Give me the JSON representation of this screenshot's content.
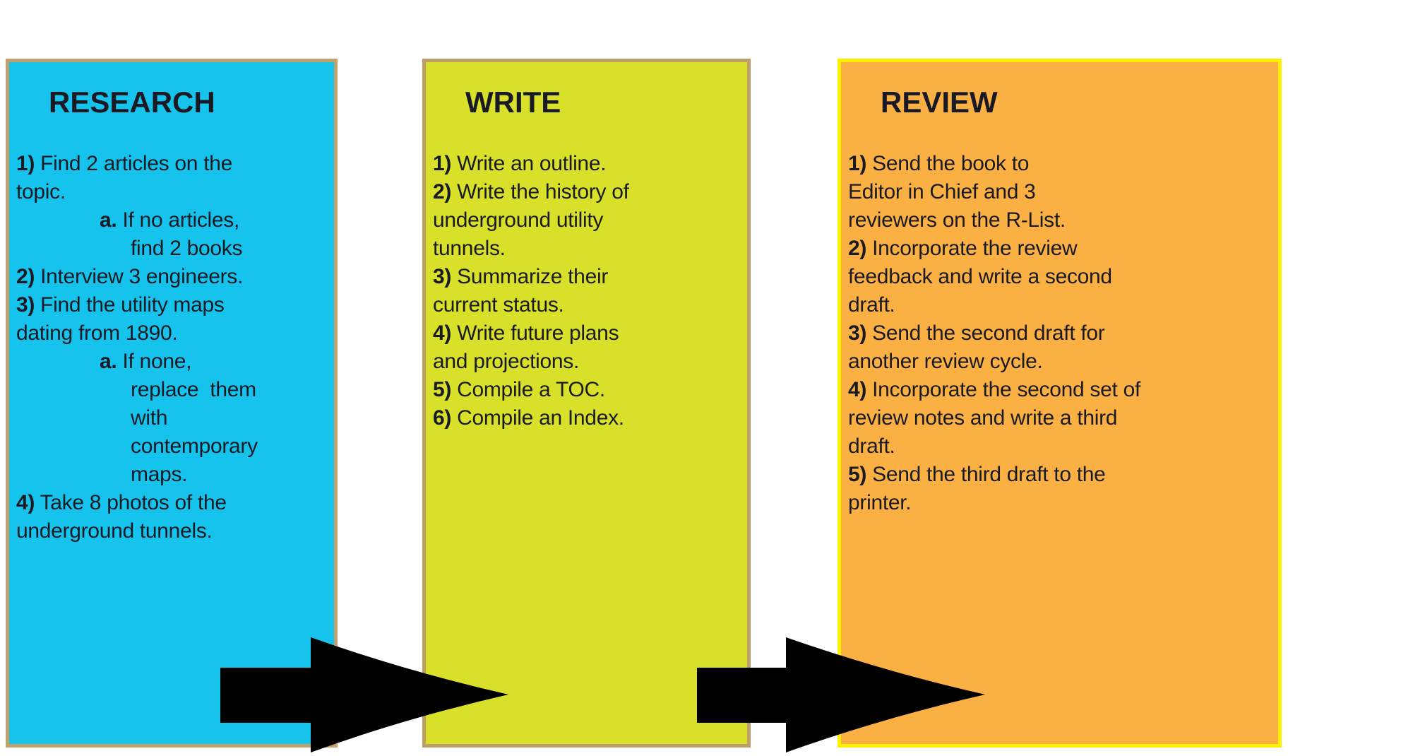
{
  "page": {
    "background_color": "#ffffff",
    "text_color": "#1a1a24",
    "arrow_color": "#000000"
  },
  "boxes": [
    {
      "id": "research",
      "title": "RESEARCH",
      "fill_color": "#15c3ec",
      "border_color": "#c2a16c",
      "steps": [
        {
          "num": "1)",
          "text": "Find 2 articles on the\ntopic.",
          "substeps": [
            {
              "num": "a.",
              "text": "If no articles,\nfind 2 books"
            }
          ]
        },
        {
          "num": "2)",
          "text": "Interview 3 engineers."
        },
        {
          "num": "3)",
          "text": "Find the utility maps\ndating from 1890.",
          "substeps": [
            {
              "num": "a.",
              "text": "If none,\nreplace  them\nwith\ncontemporary\nmaps."
            }
          ]
        },
        {
          "num": "4)",
          "text": "Take 8 photos of the\nunderground tunnels."
        }
      ]
    },
    {
      "id": "write",
      "title": "WRITE",
      "fill_color": "#d8e02a",
      "border_color": "#bb9e68",
      "steps": [
        {
          "num": "1)",
          "text": "Write an outline."
        },
        {
          "num": "2)",
          "text": "Write the history of\nunderground utility\ntunnels."
        },
        {
          "num": "3)",
          "text": "Summarize their\ncurrent status."
        },
        {
          "num": "4)",
          "text": "Write future plans\nand projections."
        },
        {
          "num": "5)",
          "text": "Compile a TOC."
        },
        {
          "num": "6)",
          "text": "Compile an Index."
        }
      ]
    },
    {
      "id": "review",
      "title": "REVIEW",
      "fill_color": "#fbb043",
      "border_color": "#fdf000",
      "steps": [
        {
          "num": "1)",
          "text": "Send the book to\nEditor in Chief and 3\nreviewers on the R-List."
        },
        {
          "num": "2)",
          "text": "Incorporate the review\nfeedback and write a second\ndraft."
        },
        {
          "num": "3)",
          "text": "Send the second draft for\nanother review cycle."
        },
        {
          "num": "4)",
          "text": "Incorporate the second set of\nreview notes and write a third\ndraft."
        },
        {
          "num": "5)",
          "text": "Send the third draft to the\nprinter."
        }
      ]
    }
  ],
  "arrows": [
    {
      "name": "arrow-research-to-write",
      "from": "RESEARCH",
      "to": "WRITE"
    },
    {
      "name": "arrow-write-to-review",
      "from": "WRITE",
      "to": "REVIEW"
    }
  ]
}
